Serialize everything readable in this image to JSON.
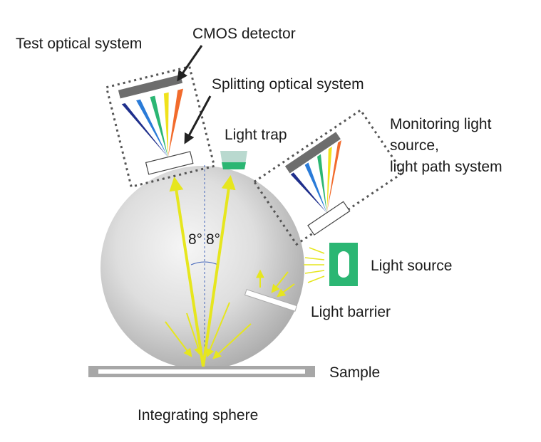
{
  "labels": {
    "test_optical_system": "Test optical system",
    "cmos_detector": "CMOS detector",
    "splitting_optical_system": "Splitting optical system",
    "light_trap": "Light trap",
    "monitoring_line1": "Monitoring light",
    "monitoring_line2": "source,",
    "monitoring_line3": "light path system",
    "light_source": "Light source",
    "light_barrier": "Light barrier",
    "sample": "Sample",
    "integrating_sphere": "Integrating sphere",
    "angle_left": "8°",
    "angle_right": "8°"
  },
  "colors": {
    "beam": "#e6e61e",
    "light_source": "#2bb673",
    "light_trap_top": "#2bb673",
    "light_trap_body": "#b9d9cf",
    "detector": "#6d6d6d",
    "sphere_center": "#f4f4f4",
    "sphere_edge": "#b4b4b4",
    "sample_plate": "#a7a7a7",
    "spectrum": [
      "#1f2f8c",
      "#2a7bd8",
      "#2bb673",
      "#f0e21c",
      "#f26b2c"
    ]
  }
}
